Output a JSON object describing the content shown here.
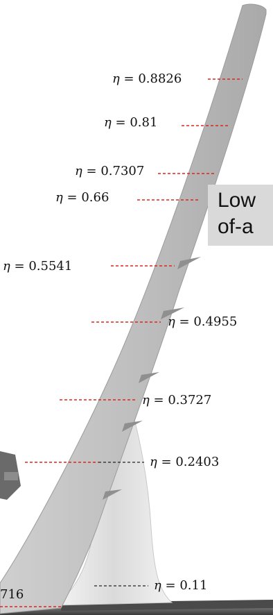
{
  "figure": {
    "symbol": "η",
    "stations": [
      {
        "id": "s1",
        "value": "0.8826"
      },
      {
        "id": "s2",
        "value": "0.81"
      },
      {
        "id": "s3",
        "value": "0.7307"
      },
      {
        "id": "s4",
        "value": "0.66"
      },
      {
        "id": "s5",
        "value": "0.5541"
      },
      {
        "id": "s6",
        "value": "0.4955"
      },
      {
        "id": "s7",
        "value": "0.3727"
      },
      {
        "id": "s8",
        "value": "0.2403"
      },
      {
        "id": "s9",
        "value": "0.11"
      },
      {
        "id": "s10",
        "value": "716"
      }
    ],
    "callout": {
      "line1": "Low",
      "line2": "of-a"
    },
    "colors": {
      "wing": "#b8b8b8",
      "wing_light": "#dcdcdc",
      "strut": "#e8e8e8",
      "station_line_red": "#e0231c",
      "station_line_black": "#222222",
      "ground": "#555555",
      "callout_bg": "#d9d9d9"
    }
  }
}
